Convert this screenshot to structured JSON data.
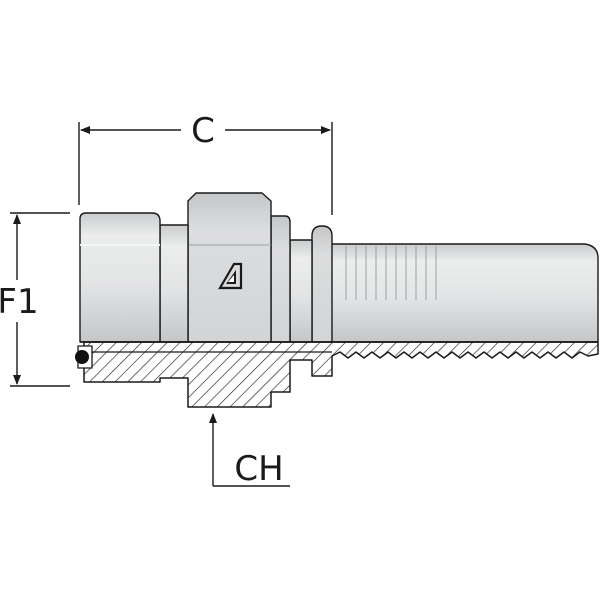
{
  "drawing": {
    "dimension_c": "C",
    "dimension_f1": "F1",
    "dimension_ch": "CH"
  },
  "colors": {
    "line": "#1a1a1a",
    "body_light": "#e6e7e8",
    "body_mid": "#cfd1d3",
    "body_dark": "#b2b5b8",
    "section_fill": "#ffffff",
    "hatch": "#222222"
  },
  "icons": [
    "manufacturer-logo-icon",
    "arrow-icon",
    "oring-icon"
  ]
}
